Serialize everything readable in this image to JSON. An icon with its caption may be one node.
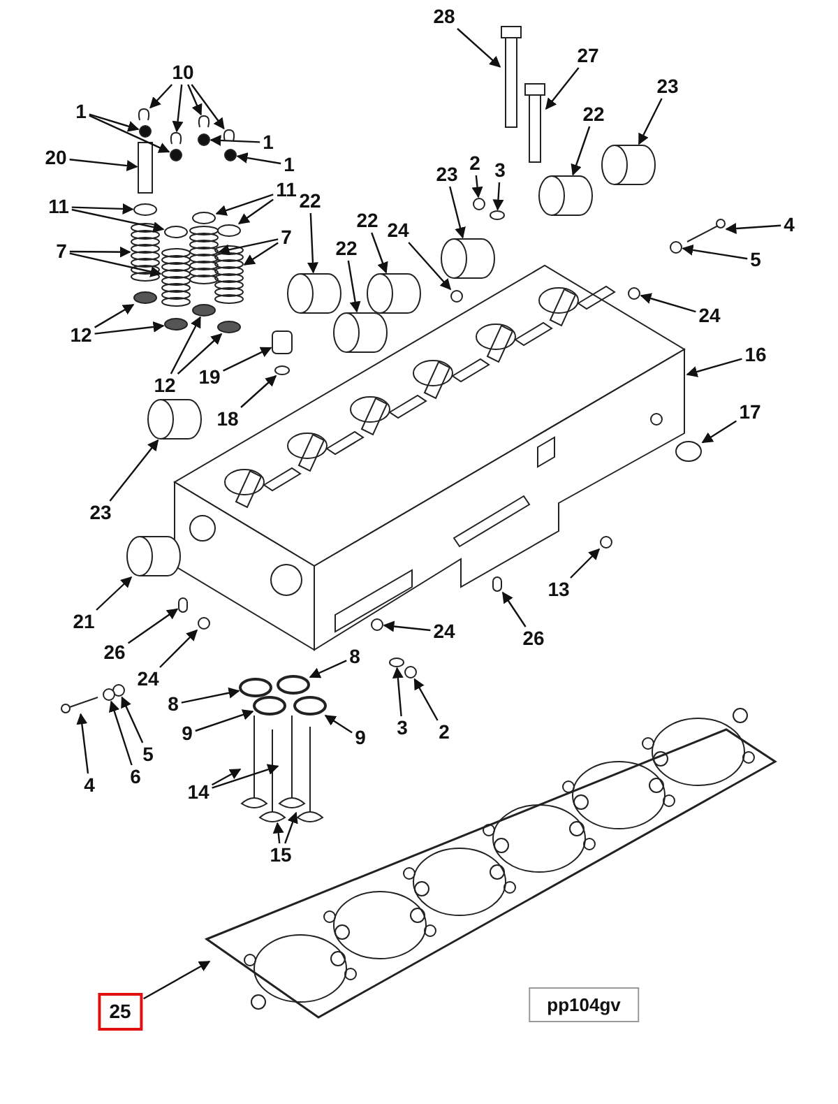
{
  "diagram": {
    "nodes": [
      {
        "text": [
          "28"
        ]
      },
      {
        "text": [
          "10"
        ]
      },
      {
        "text": [
          "27"
        ]
      },
      {
        "text": [
          "23"
        ]
      },
      {
        "text": [
          "1"
        ]
      },
      {
        "text": [
          "22"
        ]
      },
      {
        "text": [
          "1"
        ]
      },
      {
        "text": [
          "20"
        ]
      },
      {
        "text": [
          "1"
        ]
      },
      {
        "text": [
          "2"
        ]
      },
      {
        "text": [
          "3"
        ]
      },
      {
        "text": [
          "23"
        ]
      },
      {
        "text": [
          "11"
        ]
      },
      {
        "text": [
          "11"
        ]
      },
      {
        "text": [
          "22"
        ]
      },
      {
        "text": [
          "22"
        ]
      },
      {
        "text": [
          "22"
        ]
      },
      {
        "text": [
          "24"
        ]
      },
      {
        "text": [
          "7"
        ]
      },
      {
        "text": [
          "7"
        ]
      },
      {
        "text": [
          "4"
        ]
      },
      {
        "text": [
          "5"
        ]
      },
      {
        "text": [
          "24"
        ]
      },
      {
        "text": [
          "12"
        ]
      },
      {
        "text": [
          "16"
        ]
      },
      {
        "text": [
          "19"
        ]
      },
      {
        "text": [
          "12"
        ]
      },
      {
        "text": [
          "17"
        ]
      },
      {
        "text": [
          "18"
        ]
      },
      {
        "text": [
          "23"
        ]
      },
      {
        "text": [
          "13"
        ]
      },
      {
        "text": [
          "21"
        ]
      },
      {
        "text": [
          "24"
        ]
      },
      {
        "text": [
          "26"
        ]
      },
      {
        "text": [
          "26"
        ]
      },
      {
        "text": [
          "24"
        ]
      },
      {
        "text": [
          "8"
        ]
      },
      {
        "text": [
          "8"
        ]
      },
      {
        "text": [
          "2"
        ]
      },
      {
        "text": [
          "3"
        ]
      },
      {
        "text": [
          "9"
        ]
      },
      {
        "text": [
          "9"
        ]
      },
      {
        "text": [
          "5"
        ]
      },
      {
        "text": [
          "6"
        ]
      },
      {
        "text": [
          "4"
        ]
      },
      {
        "text": [
          "14"
        ]
      },
      {
        "text": [
          "15"
        ]
      },
      {
        "text": [
          "25"
        ]
      },
      {
        "text": [
          "pp104gv"
        ]
      },
      {
        "text": [],
        "shape": "bar"
      },
      {
        "text": [],
        "shape": "picture"
      },
      {
        "text": [],
        "shape": "picture"
      },
      {
        "text": [],
        "shape": "picture"
      },
      {
        "text": [],
        "shape": "picture"
      },
      {
        "text": [],
        "shape": "bar"
      },
      {
        "text": [],
        "shape": "cylinder"
      },
      {
        "text": [],
        "shape": "circle"
      },
      {
        "text": [],
        "shape": "circle"
      },
      {
        "text": [],
        "shape": "cylinder"
      },
      {
        "text": [],
        "shape": "circle"
      },
      {
        "text": [],
        "shape": "bar"
      },
      {
        "text": [],
        "shape": "circle"
      },
      {
        "text": [],
        "shape": "circle"
      },
      {
        "text": [],
        "shape": "circle"
      },
      {
        "text": [],
        "shape": "cylinder"
      },
      {
        "text": [],
        "shape": "circle"
      },
      {
        "text": [],
        "shape": "circle"
      },
      {
        "text": [],
        "shape": "circle"
      },
      {
        "text": [],
        "shape": "circle"
      },
      {
        "text": [],
        "shape": "cylinder"
      },
      {
        "text": [],
        "shape": "cylinder"
      },
      {
        "text": [],
        "shape": "cylinder"
      },
      {
        "text": [],
        "shape": "circle"
      },
      {
        "text": [],
        "shape": "picture"
      },
      {
        "text": [],
        "shape": "picture"
      },
      {
        "text": [],
        "shape": "picture"
      },
      {
        "text": [],
        "shape": "picture"
      },
      {
        "text": [],
        "shape": "picture"
      },
      {
        "text": [],
        "shape": "circle"
      },
      {
        "text": [],
        "shape": "circle"
      },
      {
        "text": [],
        "shape": "circle"
      },
      {
        "text": [],
        "shape": "circle"
      },
      {
        "text": [],
        "shape": "picture"
      },
      {
        "text": [],
        "shape": "box"
      },
      {
        "text": [],
        "shape": "circle"
      },
      {
        "text": [],
        "shape": "circle"
      },
      {
        "text": [],
        "shape": "circle"
      },
      {
        "text": [],
        "shape": "circle"
      },
      {
        "text": [],
        "shape": "cylinder"
      },
      {
        "text": [],
        "shape": "circle"
      },
      {
        "text": [],
        "shape": "cylinder"
      },
      {
        "text": [],
        "shape": "circle"
      },
      {
        "text": [],
        "shape": "box"
      },
      {
        "text": [],
        "shape": "box"
      },
      {
        "text": [],
        "shape": "circle"
      },
      {
        "text": [],
        "shape": "circle"
      },
      {
        "text": [],
        "shape": "circle"
      },
      {
        "text": [],
        "shape": "circle"
      },
      {
        "text": [],
        "shape": "circle"
      },
      {
        "text": [],
        "shape": "circle"
      },
      {
        "text": [],
        "shape": "circle"
      },
      {
        "text": [],
        "shape": "circle"
      },
      {
        "text": [],
        "shape": "circle"
      },
      {
        "text": [],
        "shape": "picture"
      },
      {
        "text": [],
        "shape": "picture"
      },
      {
        "text": [],
        "shape": "picture"
      },
      {
        "text": [],
        "shape": "picture"
      },
      {
        "text": [],
        "shape": "picture"
      },
      {
        "text": [],
        "shape": "picture"
      }
    ],
    "edges": [
      {
        "from": 0,
        "to": 49,
        "arrow": "to"
      },
      {
        "from": 1,
        "to": 50,
        "arrow": "to"
      },
      {
        "from": 1,
        "to": 51,
        "arrow": "to"
      },
      {
        "from": 1,
        "to": 52,
        "arrow": "to"
      },
      {
        "from": 1,
        "to": 53,
        "arrow": "to"
      },
      {
        "from": 2,
        "to": 54,
        "arrow": "to"
      },
      {
        "from": 3,
        "to": 55,
        "arrow": "to"
      },
      {
        "from": 4,
        "to": 56,
        "arrow": "to"
      },
      {
        "from": 4,
        "to": 57,
        "arrow": "to"
      },
      {
        "from": 5,
        "to": 58,
        "arrow": "to"
      },
      {
        "from": 6,
        "to": 59,
        "arrow": "to"
      },
      {
        "from": 7,
        "to": 60,
        "arrow": "to"
      },
      {
        "from": 8,
        "to": 61,
        "arrow": "to"
      },
      {
        "from": 9,
        "to": 62,
        "arrow": "to"
      },
      {
        "from": 10,
        "to": 63,
        "arrow": "to"
      },
      {
        "from": 11,
        "to": 64,
        "arrow": "to"
      },
      {
        "from": 12,
        "to": 65,
        "arrow": "to"
      },
      {
        "from": 12,
        "to": 66,
        "arrow": "to"
      },
      {
        "from": 13,
        "to": 67,
        "arrow": "to"
      },
      {
        "from": 13,
        "to": 68,
        "arrow": "to"
      },
      {
        "from": 14,
        "to": 69,
        "arrow": "to"
      },
      {
        "from": 15,
        "to": 70,
        "arrow": "to"
      },
      {
        "from": 16,
        "to": 71,
        "arrow": "to"
      },
      {
        "from": 17,
        "to": 72,
        "arrow": "to"
      },
      {
        "from": 18,
        "to": 73,
        "arrow": "to"
      },
      {
        "from": 18,
        "to": 74,
        "arrow": "to"
      },
      {
        "from": 19,
        "to": 75,
        "arrow": "to"
      },
      {
        "from": 19,
        "to": 76,
        "arrow": "to"
      },
      {
        "from": 20,
        "to": 77,
        "arrow": "to"
      },
      {
        "from": 21,
        "to": 78,
        "arrow": "to"
      },
      {
        "from": 22,
        "to": 79,
        "arrow": "to"
      },
      {
        "from": 23,
        "to": 80,
        "arrow": "to"
      },
      {
        "from": 23,
        "to": 81,
        "arrow": "to"
      },
      {
        "from": 24,
        "to": 82,
        "arrow": "to"
      },
      {
        "from": 25,
        "to": 83,
        "arrow": "to"
      },
      {
        "from": 26,
        "to": 84,
        "arrow": "to"
      },
      {
        "from": 26,
        "to": 85,
        "arrow": "to"
      },
      {
        "from": 27,
        "to": 86,
        "arrow": "to"
      },
      {
        "from": 28,
        "to": 87,
        "arrow": "to"
      },
      {
        "from": 29,
        "to": 88,
        "arrow": "to"
      },
      {
        "from": 30,
        "to": 89,
        "arrow": "to"
      },
      {
        "from": 31,
        "to": 90,
        "arrow": "to"
      },
      {
        "from": 32,
        "to": 91,
        "arrow": "to"
      },
      {
        "from": 33,
        "to": 92,
        "arrow": "to"
      },
      {
        "from": 34,
        "to": 93,
        "arrow": "to"
      },
      {
        "from": 35,
        "to": 94,
        "arrow": "to"
      },
      {
        "from": 36,
        "to": 95,
        "arrow": "to"
      },
      {
        "from": 37,
        "to": 96,
        "arrow": "to"
      },
      {
        "from": 38,
        "to": 97,
        "arrow": "to"
      },
      {
        "from": 39,
        "to": 98,
        "arrow": "to"
      },
      {
        "from": 40,
        "to": 99,
        "arrow": "to"
      },
      {
        "from": 41,
        "to": 100,
        "arrow": "to"
      },
      {
        "from": 42,
        "to": 101,
        "arrow": "to"
      },
      {
        "from": 43,
        "to": 102,
        "arrow": "to"
      },
      {
        "from": 44,
        "to": 103,
        "arrow": "to"
      },
      {
        "from": 45,
        "to": 104,
        "arrow": "to"
      },
      {
        "from": 45,
        "to": 105,
        "arrow": "to"
      },
      {
        "from": 46,
        "to": 106,
        "arrow": "to"
      },
      {
        "from": 46,
        "to": 107,
        "arrow": "to"
      },
      {
        "from": 47,
        "to": 108,
        "arrow": "to"
      }
    ]
  }
}
